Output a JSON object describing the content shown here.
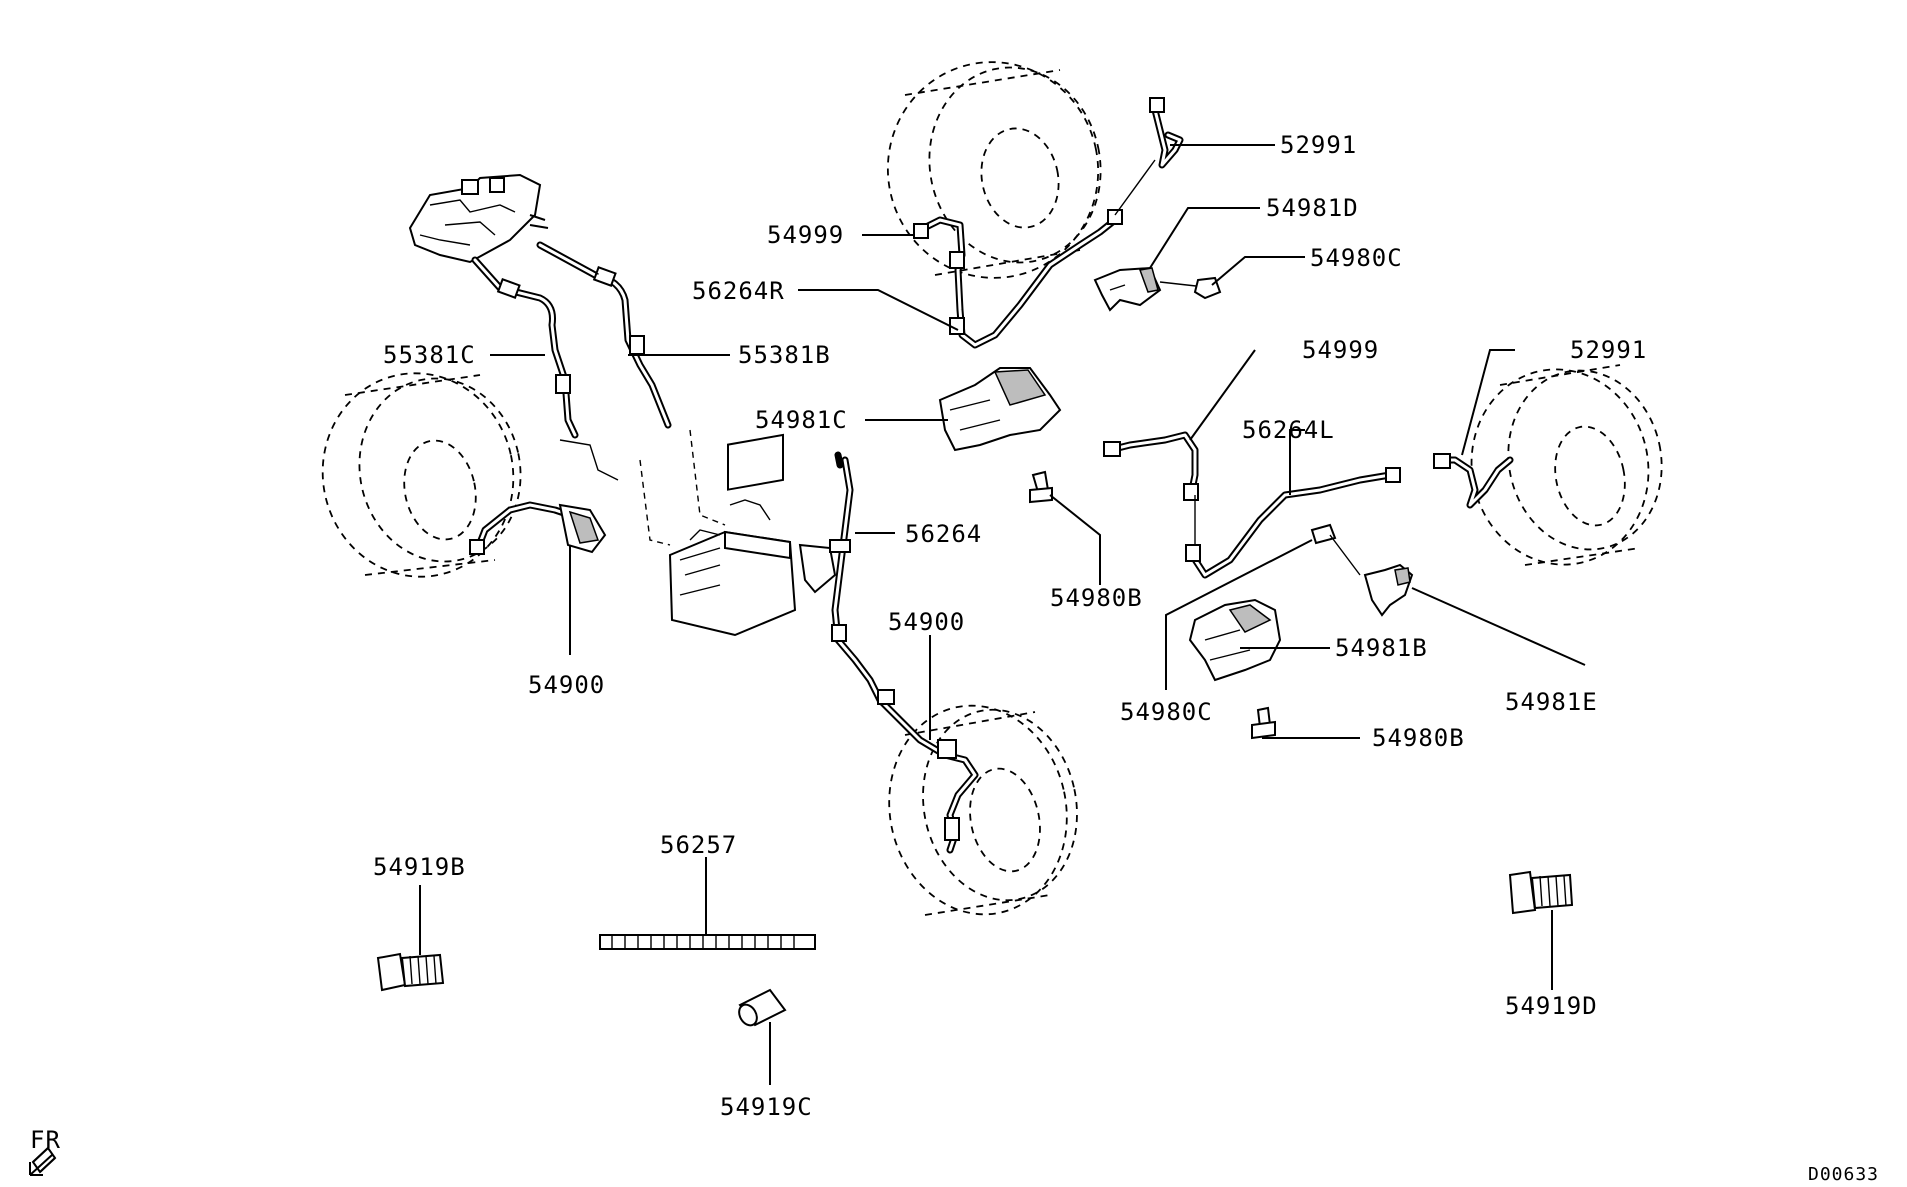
{
  "diagram": {
    "code": "D00633",
    "direction_label": "FR",
    "callouts": {
      "c52991_top": "52991",
      "c54981D": "54981D",
      "c54980C_top": "54980C",
      "c54999_top": "54999",
      "c56264R": "56264R",
      "c55381C": "55381C",
      "c55381B": "55381B",
      "c54981C": "54981C",
      "c54999_right": "54999",
      "c52991_right": "52991",
      "c56264L": "56264L",
      "c56264": "56264",
      "c54980B_mid": "54980B",
      "c54900_left": "54900",
      "c54900_right": "54900",
      "c54981B": "54981B",
      "c54980C_low": "54980C",
      "c54981E": "54981E",
      "c54980B_low": "54980B",
      "c56257": "56257",
      "c54919B": "54919B",
      "c54919D": "54919D",
      "c54919C": "54919C"
    }
  }
}
